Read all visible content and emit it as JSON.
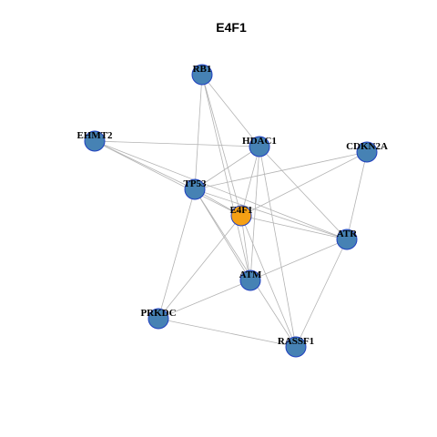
{
  "title": "E4F1",
  "colors": {
    "node_fill": "#4682b4",
    "node_stroke": "#1f3fbf",
    "hub_fill": "#f5a014",
    "edge": "#b3b3b3",
    "background": "#ffffff"
  },
  "nodes": [
    {
      "id": "RB1",
      "label": "RB1"
    },
    {
      "id": "EHMT2",
      "label": "EHMT2"
    },
    {
      "id": "HDAC1",
      "label": "HDAC1"
    },
    {
      "id": "CDKN2A",
      "label": "CDKN2A"
    },
    {
      "id": "TP53",
      "label": "TP53"
    },
    {
      "id": "E4F1",
      "label": "E4F1",
      "hub": true
    },
    {
      "id": "ATR",
      "label": "ATR"
    },
    {
      "id": "ATM",
      "label": "ATM"
    },
    {
      "id": "PRKDC",
      "label": "PRKDC"
    },
    {
      "id": "RASSF1",
      "label": "RASSF1"
    }
  ],
  "edges": [
    [
      "RB1",
      "HDAC1"
    ],
    [
      "RB1",
      "TP53"
    ],
    [
      "RB1",
      "E4F1"
    ],
    [
      "RB1",
      "ATM"
    ],
    [
      "EHMT2",
      "HDAC1"
    ],
    [
      "EHMT2",
      "TP53"
    ],
    [
      "EHMT2",
      "E4F1"
    ],
    [
      "EHMT2",
      "ATR"
    ],
    [
      "HDAC1",
      "TP53"
    ],
    [
      "HDAC1",
      "E4F1"
    ],
    [
      "HDAC1",
      "ATR"
    ],
    [
      "HDAC1",
      "ATM"
    ],
    [
      "HDAC1",
      "RASSF1"
    ],
    [
      "CDKN2A",
      "TP53"
    ],
    [
      "CDKN2A",
      "E4F1"
    ],
    [
      "CDKN2A",
      "ATR"
    ],
    [
      "TP53",
      "E4F1"
    ],
    [
      "TP53",
      "ATR"
    ],
    [
      "TP53",
      "ATM"
    ],
    [
      "TP53",
      "PRKDC"
    ],
    [
      "TP53",
      "RASSF1"
    ],
    [
      "E4F1",
      "ATR"
    ],
    [
      "E4F1",
      "ATM"
    ],
    [
      "E4F1",
      "PRKDC"
    ],
    [
      "E4F1",
      "RASSF1"
    ],
    [
      "ATR",
      "ATM"
    ],
    [
      "ATR",
      "RASSF1"
    ],
    [
      "ATM",
      "PRKDC"
    ],
    [
      "PRKDC",
      "RASSF1"
    ]
  ]
}
